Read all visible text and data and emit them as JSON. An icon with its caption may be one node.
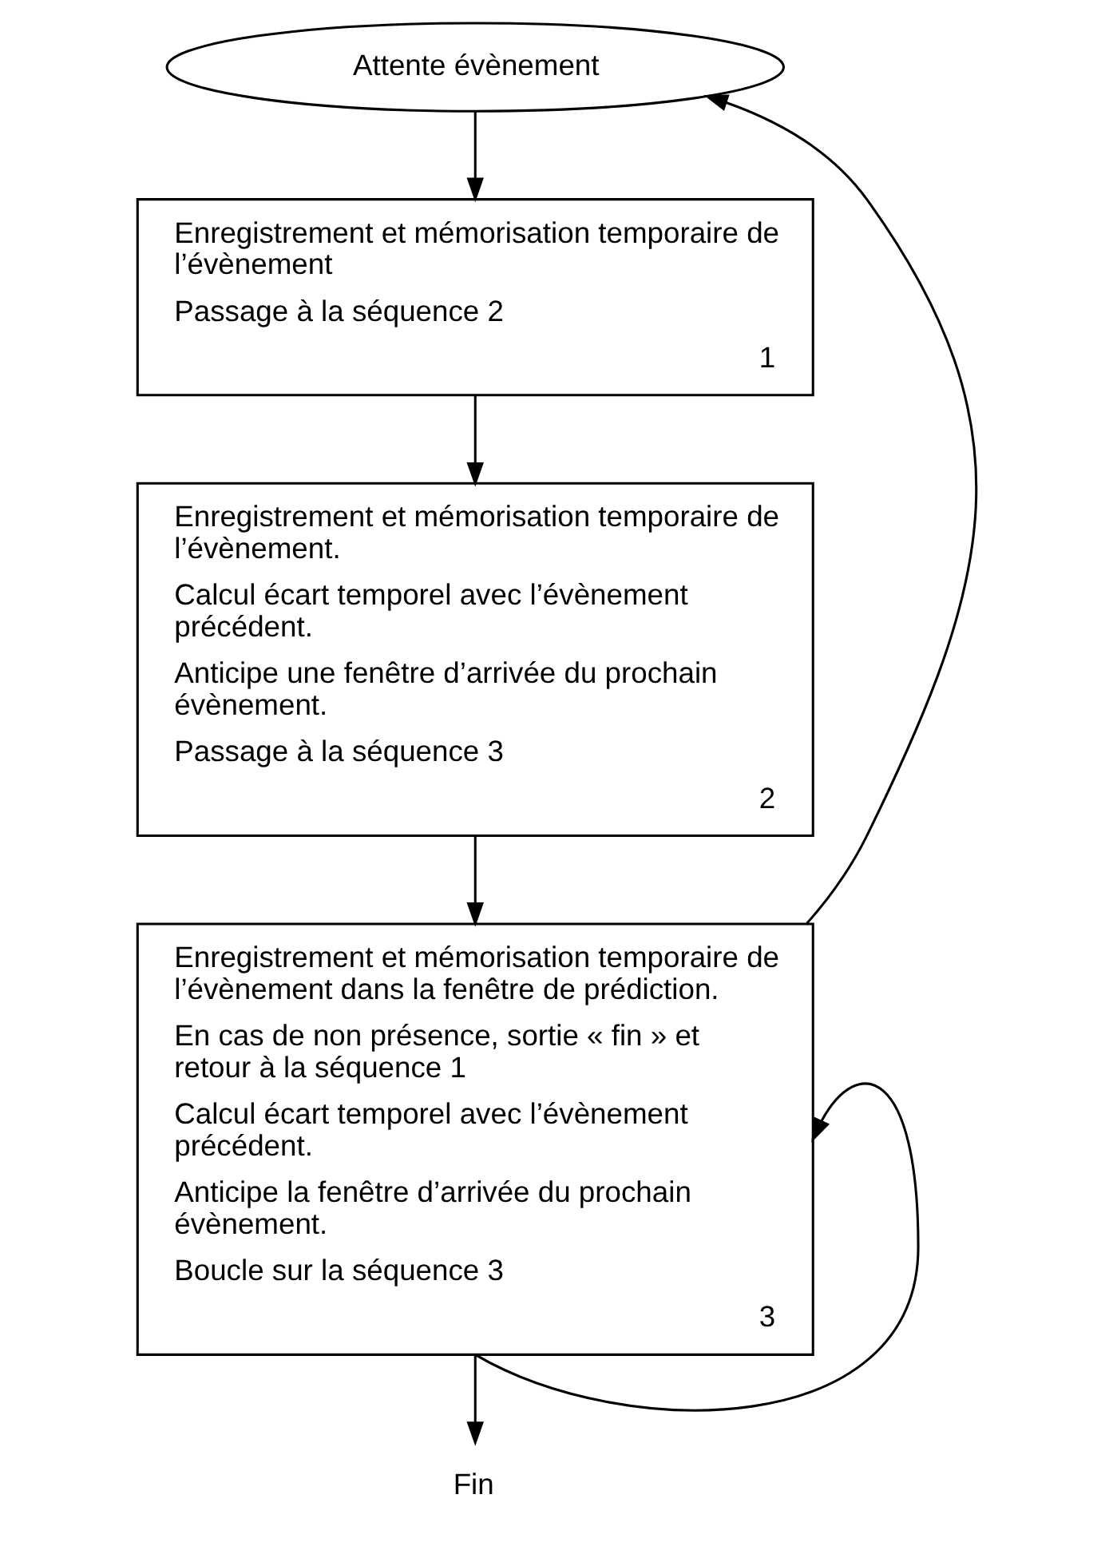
{
  "diagram": {
    "nodes": [
      {
        "text": [
          "Attente évènement"
        ]
      },
      {
        "text": [
          "Enregistrement et mémorisation temporaire de l’évènement",
          "Passage à la séquence 2",
          "1"
        ]
      },
      {
        "text": [
          "Enregistrement et mémorisation temporaire de l’évènement.",
          "Calcul écart temporel avec l’évènement précédent.",
          "Anticipe une fenêtre d’arrivée du prochain évènement.",
          "Passage à la séquence 3",
          "2"
        ]
      },
      {
        "text": [
          "Enregistrement et mémorisation temporaire de l’évènement dans la fenêtre de prédiction.",
          "En cas de non présence, sortie « fin » et retour à la séquence 1",
          "Calcul écart temporel avec l’évènement précédent.",
          "Anticipe la fenêtre d’arrivée du prochain évènement.",
          "Boucle sur la séquence 3",
          "3"
        ]
      },
      {
        "text": [
          "Fin"
        ]
      }
    ],
    "edges": [
      {
        "from": 0,
        "to": 1,
        "arrow": "to"
      },
      {
        "from": 1,
        "to": 2,
        "arrow": "to"
      },
      {
        "from": 2,
        "to": 3,
        "arrow": "to"
      },
      {
        "from": 3,
        "to": 0,
        "arrow": "to"
      },
      {
        "from": 3,
        "to": 4,
        "arrow": "to"
      },
      {
        "from": 3,
        "to": 3,
        "arrow": "to"
      }
    ]
  }
}
